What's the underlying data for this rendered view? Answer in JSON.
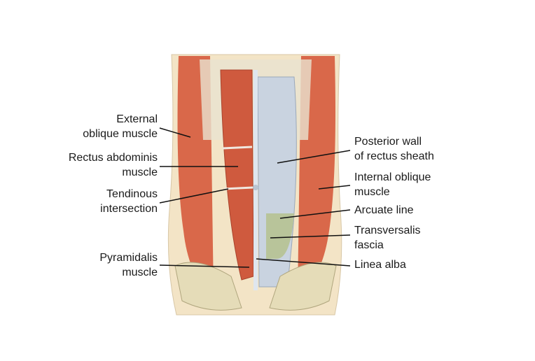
{
  "labels": {
    "external_oblique": [
      "External",
      "oblique muscle"
    ],
    "rectus_abdominis": [
      "Rectus abdominis",
      "muscle"
    ],
    "tendinous_intersection": [
      "Tendinous",
      "intersection"
    ],
    "pyramidalis": [
      "Pyramidalis",
      "muscle"
    ],
    "posterior_wall": [
      "Posterior wall",
      "of rectus sheath"
    ],
    "internal_oblique": [
      "Internal oblique",
      "muscle"
    ],
    "arcuate_line": [
      "Arcuate line"
    ],
    "transversalis_fascia": [
      "Transversalis",
      "fascia"
    ],
    "linea_alba": [
      "Linea alba"
    ]
  },
  "colors": {
    "skin": "#f3e4c6",
    "muscle": "#d9684a",
    "sheath": "#c9d3e0",
    "fascia": "#b8c49a",
    "bone": "#e5dcb8"
  }
}
